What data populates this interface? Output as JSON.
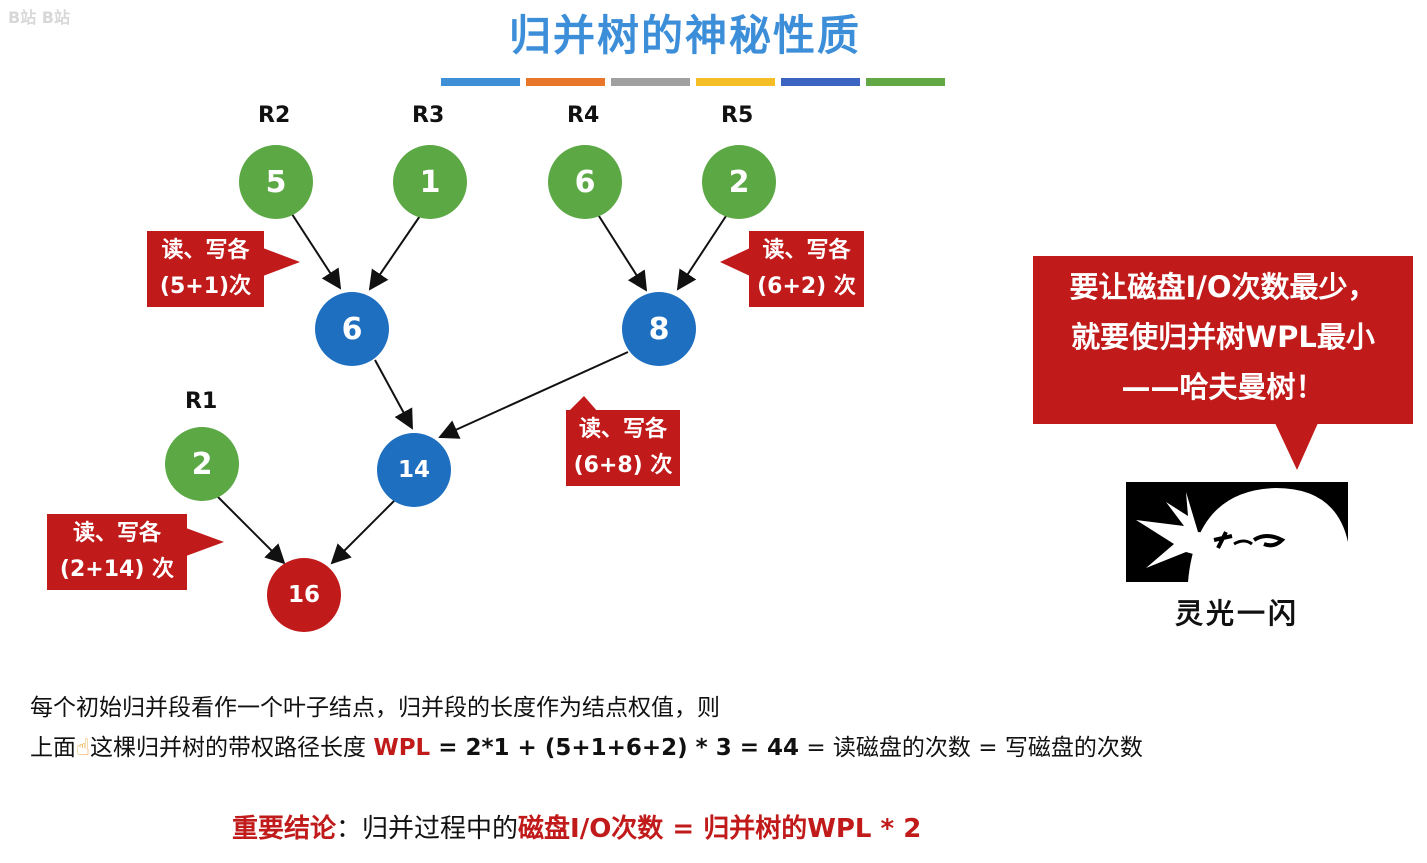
{
  "watermark": "B站 B站",
  "title": "归并树的神秘性质",
  "stripe_colors": [
    "#3e8fd6",
    "#e8762b",
    "#a0a0a0",
    "#f5be27",
    "#3a63c2",
    "#62a844"
  ],
  "colors": {
    "leaf": "#5ba845",
    "internal": "#1e6fc0",
    "root": "#c11a1a",
    "callout": "#c11a1a"
  },
  "labels": {
    "r1": "R1",
    "r2": "R2",
    "r3": "R3",
    "r4": "R4",
    "r5": "R5"
  },
  "nodes": {
    "r2": "5",
    "r3": "1",
    "r4": "6",
    "r5": "2",
    "r1": "2",
    "n6": "6",
    "n8": "8",
    "n14": "14",
    "n16": "16"
  },
  "callouts": {
    "c1": {
      "line1": "读、写各",
      "line2": "(5+1)次"
    },
    "c2": {
      "line1": "读、写各",
      "line2": "(6+2) 次"
    },
    "c3": {
      "line1": "读、写各",
      "line2": "(6+8) 次"
    },
    "c4": {
      "line1": "读、写各",
      "line2": "(2+14) 次"
    }
  },
  "insight": {
    "line1": "要让磁盘I/O次数最少，",
    "line2": "就要使归并树WPL最小",
    "line3": "——哈夫曼树！"
  },
  "meme_caption": "灵光一闪",
  "meme_icon": "pointing-hand-icon",
  "explanation": {
    "line1": "每个初始归并段看作一个叶子结点，归并段的长度作为结点权值，则",
    "line2_a": "上面",
    "line2_b": "这棵归并树的带权路径长度",
    "wpl": "WPL",
    "line2_c": " =  2*1 + (5+1+6+2) * 3 =  44",
    "line2_d": "  = 读磁盘的次数 = 写磁盘的次数"
  },
  "conclusion": {
    "label": "重要结论",
    "sep": "：归并过程中的",
    "io": "磁盘I/O次数 = 归并树的WPL * 2"
  }
}
